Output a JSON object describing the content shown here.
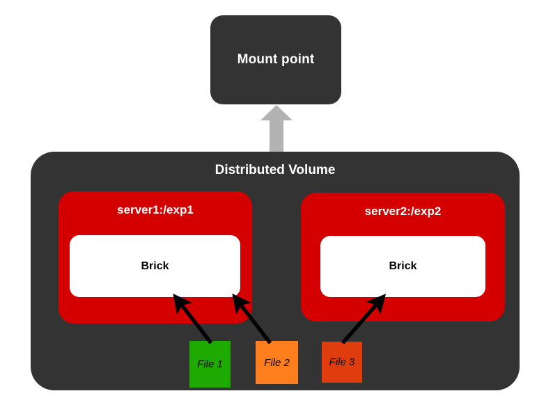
{
  "diagram": {
    "title": "Distributed Volume",
    "mount_point": {
      "label": "Mount point"
    },
    "volume": {
      "label": "Distributed Volume",
      "servers": [
        {
          "name": "server1:/exp1",
          "brick_label": "Brick"
        },
        {
          "name": "server2:/exp2",
          "brick_label": "Brick"
        }
      ]
    },
    "files": [
      {
        "label": "File 1",
        "color": "#1faa00",
        "target": "server1:/exp1"
      },
      {
        "label": "File 2",
        "color": "#ff7f1f",
        "target": "server1:/exp1"
      },
      {
        "label": "File 3",
        "color": "#df3d0d",
        "target": "server2:/exp2"
      }
    ],
    "arrows": {
      "mount_arrow": "up-arrow-gray",
      "file_arrows": [
        "file1-to-brick1",
        "file2-to-brick1",
        "file3-to-brick2"
      ]
    },
    "colors": {
      "container": "#333333",
      "server": "#d40000",
      "brick": "#ffffff",
      "mount_arrow": "#b3b3b3",
      "file_arrow": "#000000",
      "background": "#ffffff"
    }
  }
}
